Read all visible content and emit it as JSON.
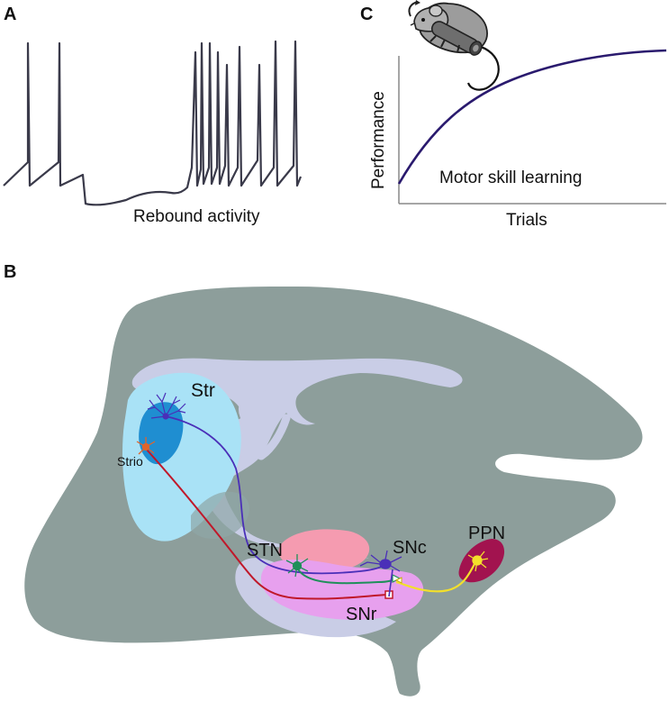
{
  "panel_a": {
    "letter": "A",
    "caption": "Rebound activity",
    "trace_color": "#3a3a4a"
  },
  "panel_c": {
    "letter": "C",
    "ylabel": "Performance",
    "xlabel": "Trials",
    "caption": "Motor skill learning",
    "curve_color": "#2a1a6e"
  },
  "panel_b": {
    "letter": "B",
    "regions": {
      "str": "Str",
      "strio": "Strio",
      "stn": "STN",
      "snc": "SNc",
      "snr": "SNr",
      "ppn": "PPN"
    },
    "colors": {
      "brain": "#8d9e9b",
      "ventricle": "#c9cde6",
      "str": "#a9e2f6",
      "strio": "#1f8ed1",
      "stn": "#f59bb0",
      "sn": "#e7a0ee",
      "ppn": "#a2134f",
      "strio_axon": "#c0182a",
      "dendrite": "#4a2fb8",
      "stn_axon": "#1f8f5a",
      "ppn_axon": "#f3e02b"
    }
  }
}
